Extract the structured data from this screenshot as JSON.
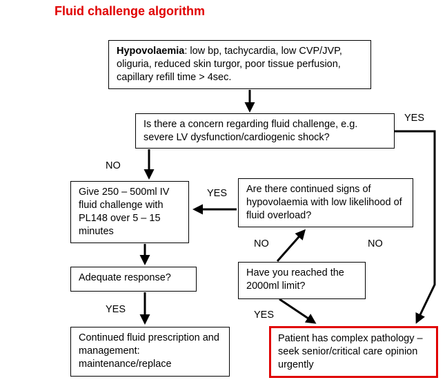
{
  "title": "Fluid challenge algorithm",
  "colors": {
    "accent": "#e00000",
    "line": "#000000"
  },
  "nodes": {
    "hypovolaemia": {
      "bold": "Hypovolaemia",
      "text": ": low bp, tachycardia, low CVP/JVP, oliguria, reduced skin turgor, poor tissue perfusion, capillary refill time > 4sec."
    },
    "concern": {
      "text": "Is there a concern regarding fluid challenge, e.g. severe LV dysfunction/cardiogenic shock?"
    },
    "give": {
      "text": "Give 250 – 500ml IV fluid challenge with PL148 over 5 – 15 minutes"
    },
    "continued_signs": {
      "text": "Are there continued signs of hypovolaemia with low likelihood of fluid overload?"
    },
    "adequate": {
      "text": "Adequate response?"
    },
    "limit": {
      "text": "Have you reached the 2000ml limit?"
    },
    "continued_fluid": {
      "text": "Continued fluid prescription and management: maintenance/replace"
    },
    "complex": {
      "text": "Patient has complex pathology – seek senior/critical care opinion urgently"
    }
  },
  "labels": {
    "concern_yes": "YES",
    "concern_no": "NO",
    "signs_yes": "YES",
    "signs_no": "NO",
    "limit_no": "NO",
    "adequate_yes": "YES",
    "limit_yes": "YES"
  }
}
